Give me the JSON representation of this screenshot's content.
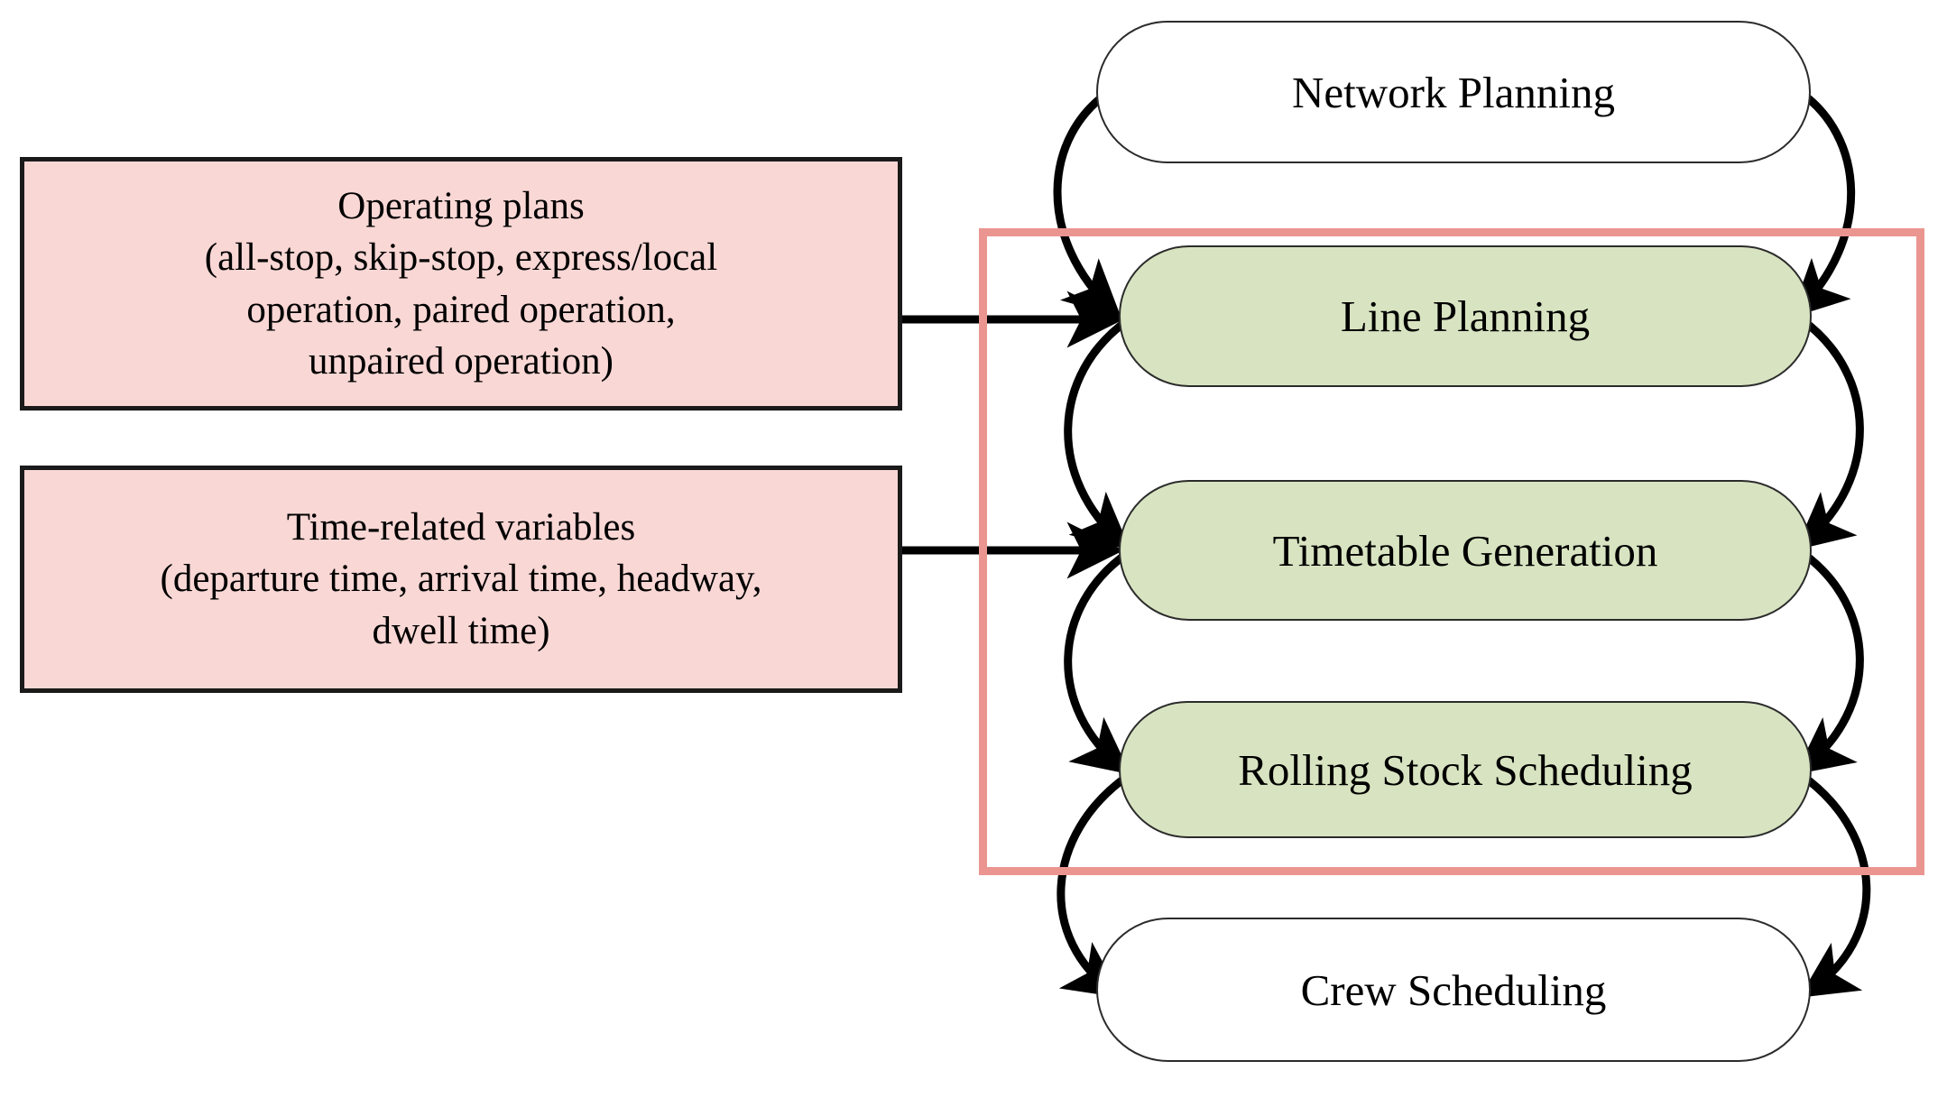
{
  "diagram": {
    "type": "flow-diagram",
    "title": "Railway operations planning process with operating-plan and time-related inputs",
    "colors": {
      "input_box_fill": "#f9d7d5",
      "input_box_border": "#1a1a1a",
      "highlight_node_fill": "#d8e4c1",
      "plain_node_fill": "#ffffff",
      "node_border": "#2b2b2b",
      "scope_box_border": "#eb9591",
      "arrow": "#000000",
      "background": "#ffffff"
    },
    "inputs": [
      {
        "id": "operating-plans",
        "text": "Operating plans\n(all-stop, skip-stop, express/local\noperation, paired operation,\nunpaired operation)",
        "title": "Operating plans",
        "detail": "(all-stop, skip-stop, express/local operation, paired operation, unpaired operation)",
        "target": "Line Planning"
      },
      {
        "id": "time-related-variables",
        "text": "Time-related variables\n(departure time, arrival time, headway,\ndwell time)",
        "title": "Time-related variables",
        "detail": "(departure time, arrival time, headway, dwell time)",
        "target": "Timetable Generation"
      }
    ],
    "stages": [
      {
        "id": "network-planning",
        "label": "Network Planning",
        "highlighted": false
      },
      {
        "id": "line-planning",
        "label": "Line Planning",
        "highlighted": true
      },
      {
        "id": "timetable-generation",
        "label": "Timetable Generation",
        "highlighted": true
      },
      {
        "id": "rolling-stock-scheduling",
        "label": "Rolling Stock Scheduling",
        "highlighted": true
      },
      {
        "id": "crew-scheduling",
        "label": "Crew Scheduling",
        "highlighted": false
      }
    ],
    "scope_box": {
      "id": "study-scope",
      "label": "",
      "encloses": [
        "Line Planning",
        "Timetable Generation",
        "Rolling Stock Scheduling"
      ]
    },
    "edges": [
      {
        "from": "Network Planning",
        "to": "Line Planning",
        "side": "left",
        "direction": "down"
      },
      {
        "from": "Network Planning",
        "to": "Line Planning",
        "side": "right",
        "direction": "down"
      },
      {
        "from": "Line Planning",
        "to": "Timetable Generation",
        "side": "left",
        "direction": "down"
      },
      {
        "from": "Line Planning",
        "to": "Timetable Generation",
        "side": "right",
        "direction": "down"
      },
      {
        "from": "Timetable Generation",
        "to": "Rolling Stock Scheduling",
        "side": "left",
        "direction": "down"
      },
      {
        "from": "Timetable Generation",
        "to": "Rolling Stock Scheduling",
        "side": "right",
        "direction": "down"
      },
      {
        "from": "Rolling Stock Scheduling",
        "to": "Crew Scheduling",
        "side": "left",
        "direction": "down"
      },
      {
        "from": "Rolling Stock Scheduling",
        "to": "Crew Scheduling",
        "side": "right",
        "direction": "down"
      },
      {
        "from": "Operating plans",
        "to": "Line Planning",
        "side": "horizontal",
        "direction": "right"
      },
      {
        "from": "Time-related variables",
        "to": "Timetable Generation",
        "side": "horizontal",
        "direction": "right"
      }
    ]
  }
}
